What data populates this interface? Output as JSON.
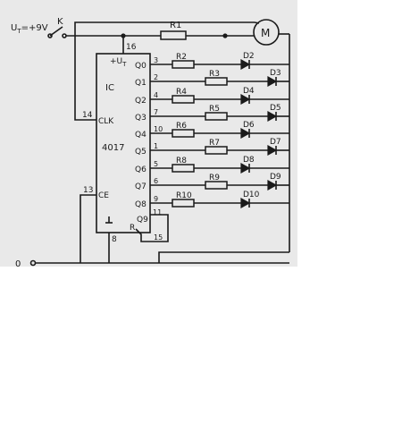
{
  "supply": {
    "label": "U",
    "sub": "T",
    "value": "=+9V"
  },
  "switch_label": "K",
  "motor_label": "M",
  "ground_label": "0",
  "ic": {
    "label": "IC",
    "part": "4017",
    "vcc_pin": "16",
    "vcc_label": "+U",
    "vcc_sub": "T",
    "clk_pin": "14",
    "clk_label": "CLK",
    "ce_pin": "13",
    "ce_label": "CE",
    "gnd_pin": "8",
    "reset_label": "R",
    "reset_pins": [
      "11",
      "15"
    ],
    "q9_label": "Q9",
    "outputs": [
      {
        "pin": "3",
        "label": "Q0"
      },
      {
        "pin": "2",
        "label": "Q1"
      },
      {
        "pin": "4",
        "label": "Q2"
      },
      {
        "pin": "7",
        "label": "Q3"
      },
      {
        "pin": "10",
        "label": "Q4"
      },
      {
        "pin": "1",
        "label": "Q5"
      },
      {
        "pin": "5",
        "label": "Q6"
      },
      {
        "pin": "6",
        "label": "Q7"
      },
      {
        "pin": "9",
        "label": "Q8"
      }
    ]
  },
  "resistors": [
    "R1",
    "R2",
    "R3",
    "R4",
    "R5",
    "R6",
    "R7",
    "R8",
    "R9",
    "R10"
  ],
  "diodes": [
    "D2",
    "D3",
    "D4",
    "D5",
    "D6",
    "D7",
    "D8",
    "D9",
    "D10"
  ]
}
